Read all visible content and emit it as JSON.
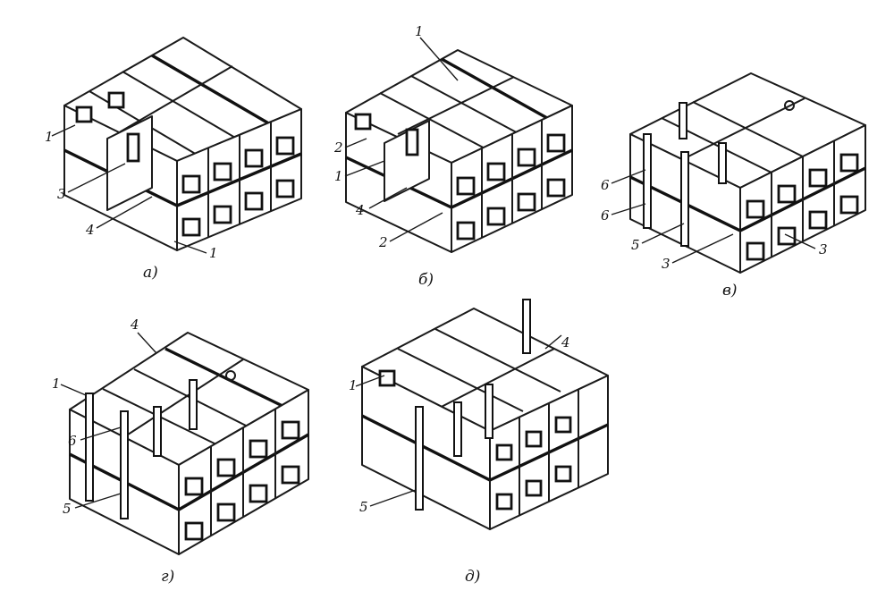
{
  "figures": [
    {
      "id": "a",
      "caption": "а)",
      "callouts": [
        "1",
        "3",
        "4",
        "1"
      ]
    },
    {
      "id": "b",
      "caption": "б)",
      "callouts": [
        "1",
        "2",
        "1",
        "4",
        "2"
      ]
    },
    {
      "id": "v",
      "caption": "в)",
      "callouts": [
        "6",
        "6",
        "5",
        "3",
        "3"
      ]
    },
    {
      "id": "g",
      "caption": "г)",
      "callouts": [
        "4",
        "1",
        "6",
        "5"
      ]
    },
    {
      "id": "d",
      "caption": "д)",
      "callouts": [
        "1",
        "4",
        "5"
      ]
    }
  ]
}
